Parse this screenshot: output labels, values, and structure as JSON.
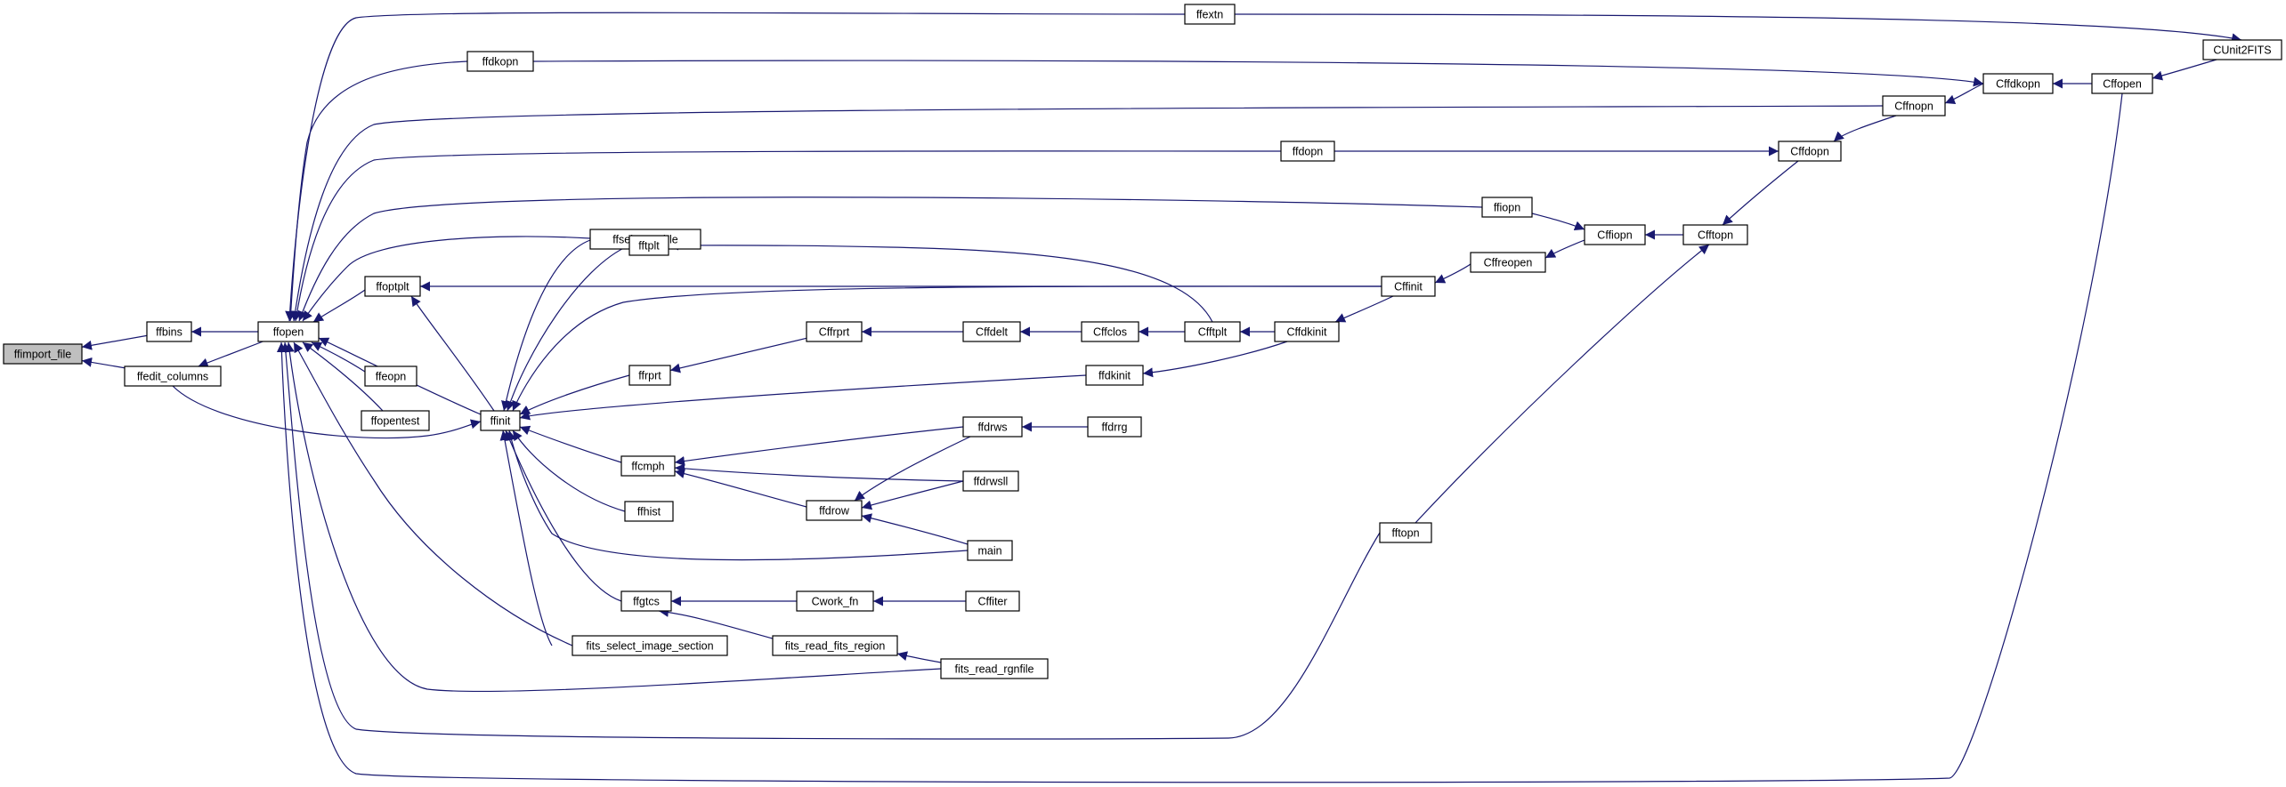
{
  "diagram": {
    "type": "caller-graph",
    "colors": {
      "edge": "#191970",
      "node_border": "#000000",
      "root_fill": "#bfbfbf",
      "node_fill": "#ffffff"
    },
    "nodes": [
      {
        "id": "ffimport_file",
        "label": "ffimport_file",
        "root": true
      },
      {
        "id": "ffbins",
        "label": "ffbins"
      },
      {
        "id": "ffedit_columns",
        "label": "ffedit_columns"
      },
      {
        "id": "ffopen",
        "label": "ffopen"
      },
      {
        "id": "ffoptplt",
        "label": "ffoptplt"
      },
      {
        "id": "ffeopn",
        "label": "ffeopn"
      },
      {
        "id": "ffopentest",
        "label": "ffopentest"
      },
      {
        "id": "ffinit",
        "label": "ffinit"
      },
      {
        "id": "ffextn",
        "label": "ffextn"
      },
      {
        "id": "ffdkopn",
        "label": "ffdkopn"
      },
      {
        "id": "ffdopn",
        "label": "ffdopn"
      },
      {
        "id": "ffiopn",
        "label": "ffiopn"
      },
      {
        "id": "ffselect_table",
        "label": "ffselect_table"
      },
      {
        "id": "fftplt",
        "label": "fftplt"
      },
      {
        "id": "ffrprt",
        "label": "ffrprt"
      },
      {
        "id": "ffcmph",
        "label": "ffcmph"
      },
      {
        "id": "ffhist",
        "label": "ffhist"
      },
      {
        "id": "ffgtcs",
        "label": "ffgtcs"
      },
      {
        "id": "fits_select_image_section",
        "label": "fits_select_image_section"
      },
      {
        "id": "Cffrprt",
        "label": "Cffrprt"
      },
      {
        "id": "ffdrow",
        "label": "ffdrow"
      },
      {
        "id": "Cwork_fn",
        "label": "Cwork_fn"
      },
      {
        "id": "fits_read_fits_region",
        "label": "fits_read_fits_region"
      },
      {
        "id": "Cffdelt",
        "label": "Cffdelt"
      },
      {
        "id": "ffdrws",
        "label": "ffdrws"
      },
      {
        "id": "ffdrwsll",
        "label": "ffdrwsll"
      },
      {
        "id": "main",
        "label": "main"
      },
      {
        "id": "Cffiter",
        "label": "Cffiter"
      },
      {
        "id": "fits_read_rgnfile",
        "label": "fits_read_rgnfile"
      },
      {
        "id": "Cffclos",
        "label": "Cffclos"
      },
      {
        "id": "ffdrrg",
        "label": "ffdrrg"
      },
      {
        "id": "Cfftplt",
        "label": "Cfftplt"
      },
      {
        "id": "ffdkinit",
        "label": "ffdkinit"
      },
      {
        "id": "Cffdkinit",
        "label": "Cffdkinit"
      },
      {
        "id": "Cffinit",
        "label": "Cffinit"
      },
      {
        "id": "fftopn",
        "label": "fftopn"
      },
      {
        "id": "Cffreopen",
        "label": "Cffreopen"
      },
      {
        "id": "Cffiopn",
        "label": "Cffiopn"
      },
      {
        "id": "Cffdopn",
        "label": "Cffdopn"
      },
      {
        "id": "Cfftopn",
        "label": "Cfftopn"
      },
      {
        "id": "Cffnopn",
        "label": "Cffnopn"
      },
      {
        "id": "Cffdkopn",
        "label": "Cffdkopn"
      },
      {
        "id": "Cffopen",
        "label": "Cffopen"
      },
      {
        "id": "CUnit2FITS",
        "label": "CUnit2FITS"
      }
    ],
    "edges": [
      {
        "from": "ffbins",
        "to": "ffimport_file"
      },
      {
        "from": "ffedit_columns",
        "to": "ffimport_file"
      },
      {
        "from": "ffopen",
        "to": "ffbins"
      },
      {
        "from": "ffopen",
        "to": "ffedit_columns"
      },
      {
        "from": "ffedit_columns",
        "to": "ffinit"
      },
      {
        "from": "ffoptplt",
        "to": "ffopen"
      },
      {
        "from": "ffeopn",
        "to": "ffopen"
      },
      {
        "from": "ffopentest",
        "to": "ffopen"
      },
      {
        "from": "ffinit",
        "to": "ffopen"
      },
      {
        "from": "ffextn",
        "to": "ffopen"
      },
      {
        "from": "ffdkopn",
        "to": "ffopen"
      },
      {
        "from": "Cffnopn",
        "to": "ffopen"
      },
      {
        "from": "ffdopn",
        "to": "ffopen"
      },
      {
        "from": "ffiopn",
        "to": "ffopen"
      },
      {
        "from": "ffselect_table",
        "to": "ffopen"
      },
      {
        "from": "fits_select_image_section",
        "to": "ffopen"
      },
      {
        "from": "fits_read_rgnfile",
        "to": "ffopen"
      },
      {
        "from": "fftopn",
        "to": "ffopen"
      },
      {
        "from": "Cffopen",
        "to": "ffopen"
      },
      {
        "from": "Cffinit",
        "to": "ffoptplt"
      },
      {
        "from": "ffinit",
        "to": "ffoptplt"
      },
      {
        "from": "ffselect_table",
        "to": "ffinit"
      },
      {
        "from": "fftplt",
        "to": "ffinit"
      },
      {
        "from": "Cffinit",
        "to": "ffinit"
      },
      {
        "from": "ffrprt",
        "to": "ffinit"
      },
      {
        "from": "ffdkinit",
        "to": "ffinit"
      },
      {
        "from": "ffcmph",
        "to": "ffinit"
      },
      {
        "from": "ffhist",
        "to": "ffinit"
      },
      {
        "from": "main",
        "to": "ffinit"
      },
      {
        "from": "ffgtcs",
        "to": "ffinit"
      },
      {
        "from": "fits_select_image_section",
        "to": "ffinit"
      },
      {
        "from": "Cfftplt",
        "to": "fftplt"
      },
      {
        "from": "Cffrprt",
        "to": "ffrprt"
      },
      {
        "from": "ffdrws",
        "to": "ffcmph"
      },
      {
        "from": "ffdrwsll",
        "to": "ffcmph"
      },
      {
        "from": "ffdrow",
        "to": "ffcmph"
      },
      {
        "from": "ffdrws",
        "to": "ffdrow"
      },
      {
        "from": "ffdrwsll",
        "to": "ffdrow"
      },
      {
        "from": "main",
        "to": "ffdrow"
      },
      {
        "from": "Cwork_fn",
        "to": "ffgtcs"
      },
      {
        "from": "fits_read_fits_region",
        "to": "ffgtcs"
      },
      {
        "from": "fits_read_rgnfile",
        "to": "fits_read_fits_region"
      },
      {
        "from": "Cffiter",
        "to": "Cwork_fn"
      },
      {
        "from": "Cffdelt",
        "to": "Cffrprt"
      },
      {
        "from": "Cffclos",
        "to": "Cffdelt"
      },
      {
        "from": "Cfftplt",
        "to": "Cffclos"
      },
      {
        "from": "ffdrrg",
        "to": "ffdrws"
      },
      {
        "from": "Cffdkinit",
        "to": "Cfftplt"
      },
      {
        "from": "Cffdkinit",
        "to": "ffdkinit"
      },
      {
        "from": "Cffinit",
        "to": "Cffdkinit"
      },
      {
        "from": "Cffreopen",
        "to": "Cffinit"
      },
      {
        "from": "Cffiopn",
        "to": "Cffreopen"
      },
      {
        "from": "ffiopn",
        "to": "Cffiopn"
      },
      {
        "from": "Cfftopn",
        "to": "Cffiopn"
      },
      {
        "from": "fftopn",
        "to": "Cfftopn"
      },
      {
        "from": "Cffdopn",
        "to": "Cfftopn"
      },
      {
        "from": "ffdopn",
        "to": "Cffdopn"
      },
      {
        "from": "Cffnopn",
        "to": "Cffdopn"
      },
      {
        "from": "Cffdkopn",
        "to": "Cffnopn"
      },
      {
        "from": "ffdkopn",
        "to": "Cffdkopn"
      },
      {
        "from": "Cffopen",
        "to": "Cffdkopn"
      },
      {
        "from": "CUnit2FITS",
        "to": "Cffopen"
      },
      {
        "from": "ffextn",
        "to": "CUnit2FITS"
      }
    ]
  }
}
